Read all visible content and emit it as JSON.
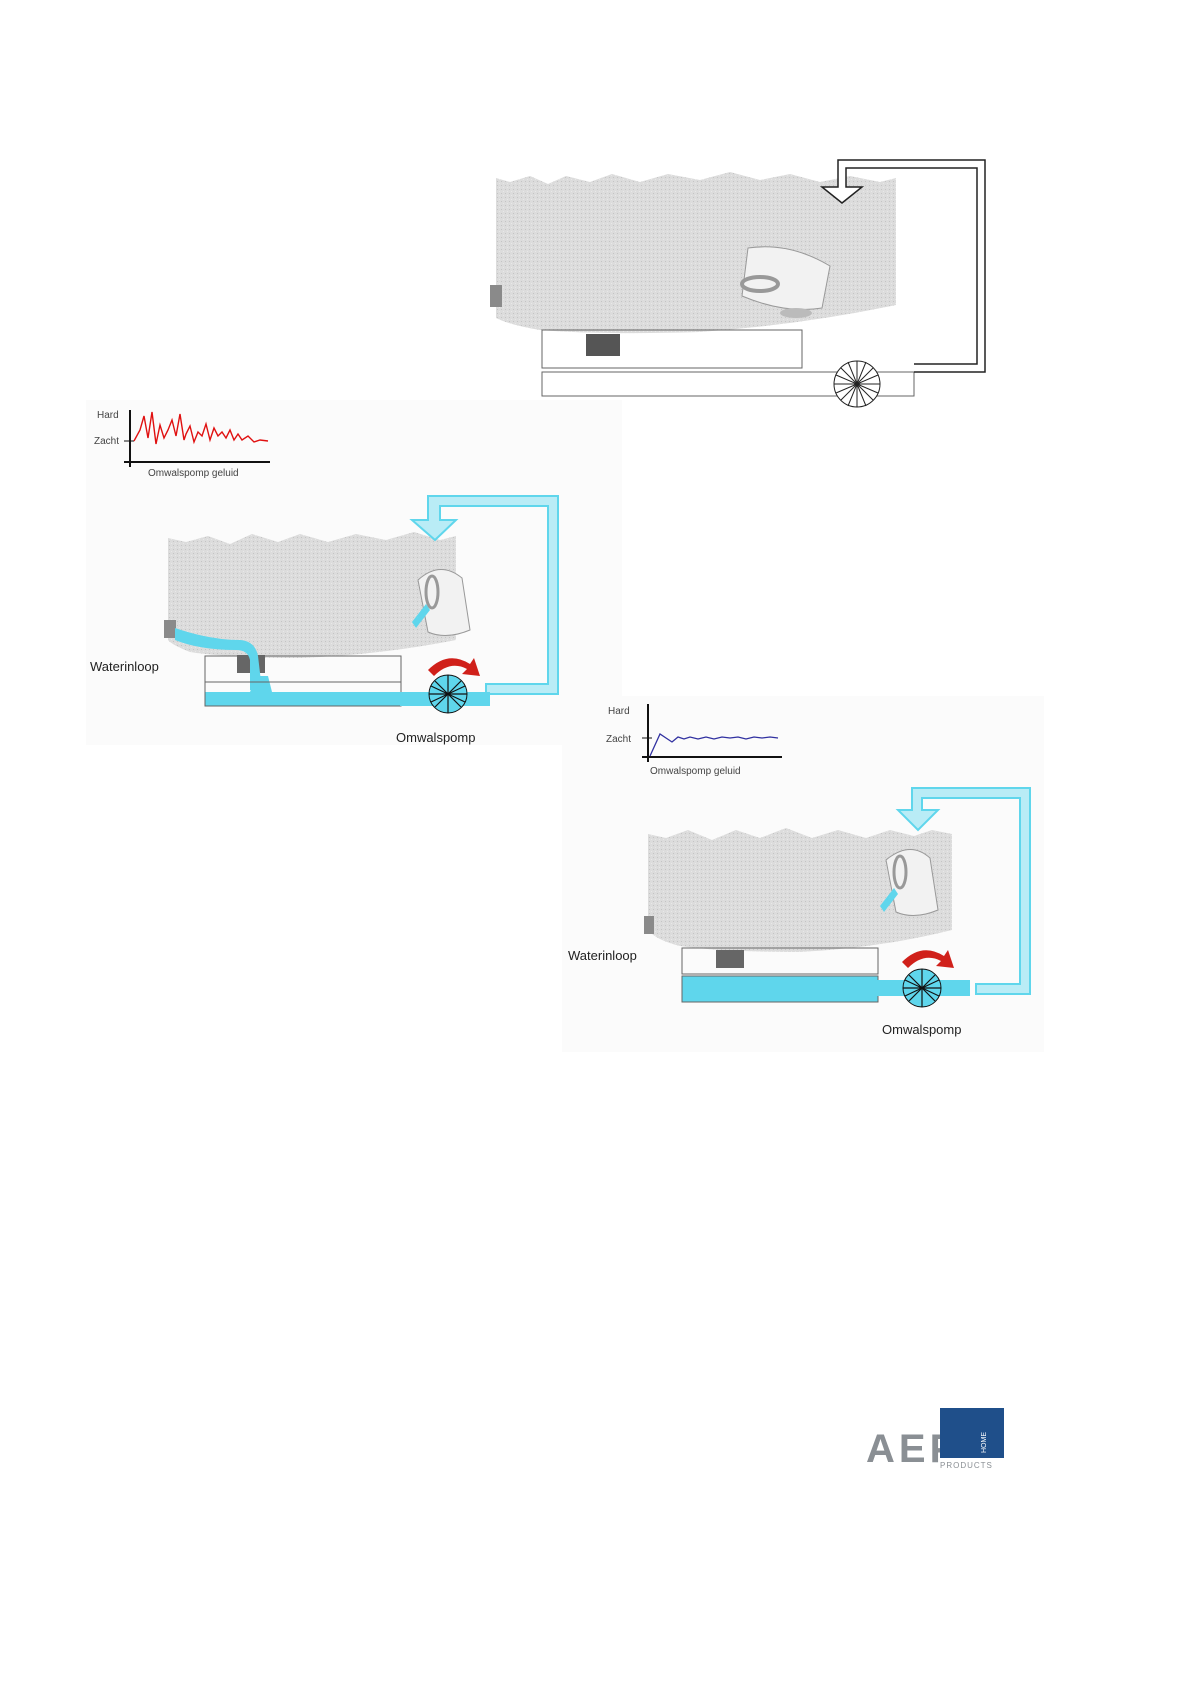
{
  "diagram_top": {},
  "diagram_left": {
    "graph": {
      "y_hard": "Hard",
      "y_soft": "Zacht",
      "x_label": "Omwalspomp geluid",
      "color": "#e01010"
    },
    "inlet_label": "Waterinloop",
    "pump_label": "Omwalspomp"
  },
  "diagram_right": {
    "graph": {
      "y_hard": "Hard",
      "y_soft": "Zacht",
      "x_label": "Omwalspomp geluid",
      "color": "#3030a0"
    },
    "inlet_label": "Waterinloop",
    "pump_label": "Omwalspomp"
  },
  "logo": {
    "letters": "AEP",
    "box_top": "HOME",
    "box_bottom": "PRODUCTS",
    "gray": "#8a8f94",
    "blue": "#1f4f8a"
  },
  "colors": {
    "water": "#5fd6ec",
    "pipe_light": "#b9ecf6",
    "tub": "#d6d6d6",
    "arrow_red": "#d0201a"
  }
}
